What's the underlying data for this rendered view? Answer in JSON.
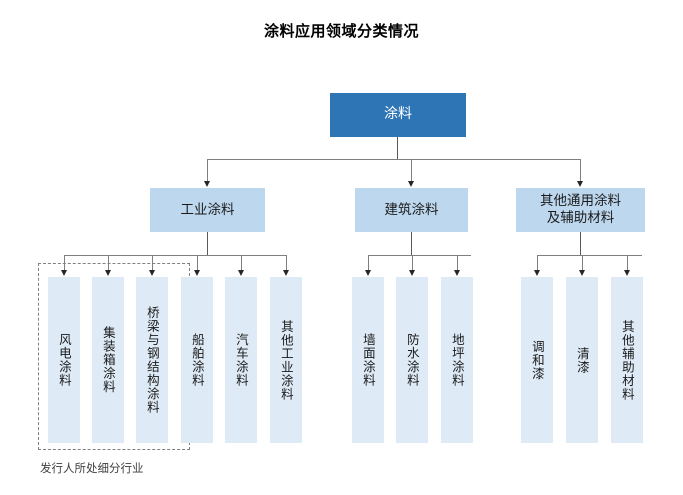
{
  "title": "涂料应用领域分类情况",
  "caption": "发行人所处细分行业",
  "colors": {
    "root_fill": "#2E75B6",
    "level2_fill": "#BDD7EE",
    "leaf_fill": "#DEEAF6",
    "connector": "#7F7F7F",
    "dashed_border": "#808080",
    "title_text": "#000000"
  },
  "chart_data": {
    "type": "diagram",
    "diagram_type": "organizational-tree",
    "title": "涂料应用领域分类情况",
    "orientation": "top-down",
    "root": {
      "label": "涂料",
      "level": 0
    },
    "nodes": [
      {
        "id": "root",
        "label": "涂料",
        "level": 0,
        "parent": null
      },
      {
        "id": "l2-1",
        "label": "工业涂料",
        "level": 1,
        "parent": "root"
      },
      {
        "id": "l2-2",
        "label": "建筑涂料",
        "level": 1,
        "parent": "root"
      },
      {
        "id": "l2-3",
        "label": "其他通用涂料及辅助材料",
        "level": 1,
        "parent": "root"
      },
      {
        "id": "leaf-1",
        "label": "风电涂料",
        "level": 2,
        "parent": "l2-1",
        "highlighted": true
      },
      {
        "id": "leaf-2",
        "label": "集装箱涂料",
        "level": 2,
        "parent": "l2-1",
        "highlighted": true
      },
      {
        "id": "leaf-3",
        "label": "桥梁与钢结构涂料",
        "level": 2,
        "parent": "l2-1",
        "highlighted": true
      },
      {
        "id": "leaf-4",
        "label": "船舶涂料",
        "level": 2,
        "parent": "l2-1",
        "highlighted": false
      },
      {
        "id": "leaf-5",
        "label": "汽车涂料",
        "level": 2,
        "parent": "l2-1",
        "highlighted": false
      },
      {
        "id": "leaf-6",
        "label": "其他工业涂料",
        "level": 2,
        "parent": "l2-1",
        "highlighted": false
      },
      {
        "id": "leaf-7",
        "label": "墙面涂料",
        "level": 2,
        "parent": "l2-2",
        "highlighted": false
      },
      {
        "id": "leaf-8",
        "label": "防水涂料",
        "level": 2,
        "parent": "l2-2",
        "highlighted": false
      },
      {
        "id": "leaf-9",
        "label": "地坪涂料",
        "level": 2,
        "parent": "l2-2",
        "highlighted": false
      },
      {
        "id": "leaf-10",
        "label": "调和漆",
        "level": 2,
        "parent": "l2-3",
        "highlighted": false
      },
      {
        "id": "leaf-11",
        "label": "清漆",
        "level": 2,
        "parent": "l2-3",
        "highlighted": false
      },
      {
        "id": "leaf-12",
        "label": "其他辅助材料",
        "level": 2,
        "parent": "l2-3",
        "highlighted": false
      }
    ],
    "annotations": [
      {
        "text": "发行人所处细分行业",
        "refers_to": [
          "leaf-1",
          "leaf-2",
          "leaf-3"
        ],
        "style": "dashed-box"
      }
    ],
    "legend": []
  },
  "root": {
    "label": "涂料"
  },
  "level2": [
    {
      "label": "工业涂料"
    },
    {
      "label": "建筑涂料"
    },
    {
      "label": "其他通用涂料\n及辅助材料"
    },
    {
      "label_line1": "其他通用涂料",
      "label_line2": "及辅助材料"
    }
  ],
  "level2_third": {
    "line1": "其他通用涂料",
    "line2": "及辅助材料"
  },
  "leaves": [
    {
      "label": "风电涂料"
    },
    {
      "label": "集装箱涂料"
    },
    {
      "label": "桥梁与钢结构涂料"
    },
    {
      "label": "船舶涂料"
    },
    {
      "label": "汽车涂料"
    },
    {
      "label": "其他工业涂料"
    },
    {
      "label": "墙面涂料"
    },
    {
      "label": "防水涂料"
    },
    {
      "label": "地坪涂料"
    },
    {
      "label": "调和漆"
    },
    {
      "label": "清漆"
    },
    {
      "label": "其他辅助材料"
    }
  ]
}
